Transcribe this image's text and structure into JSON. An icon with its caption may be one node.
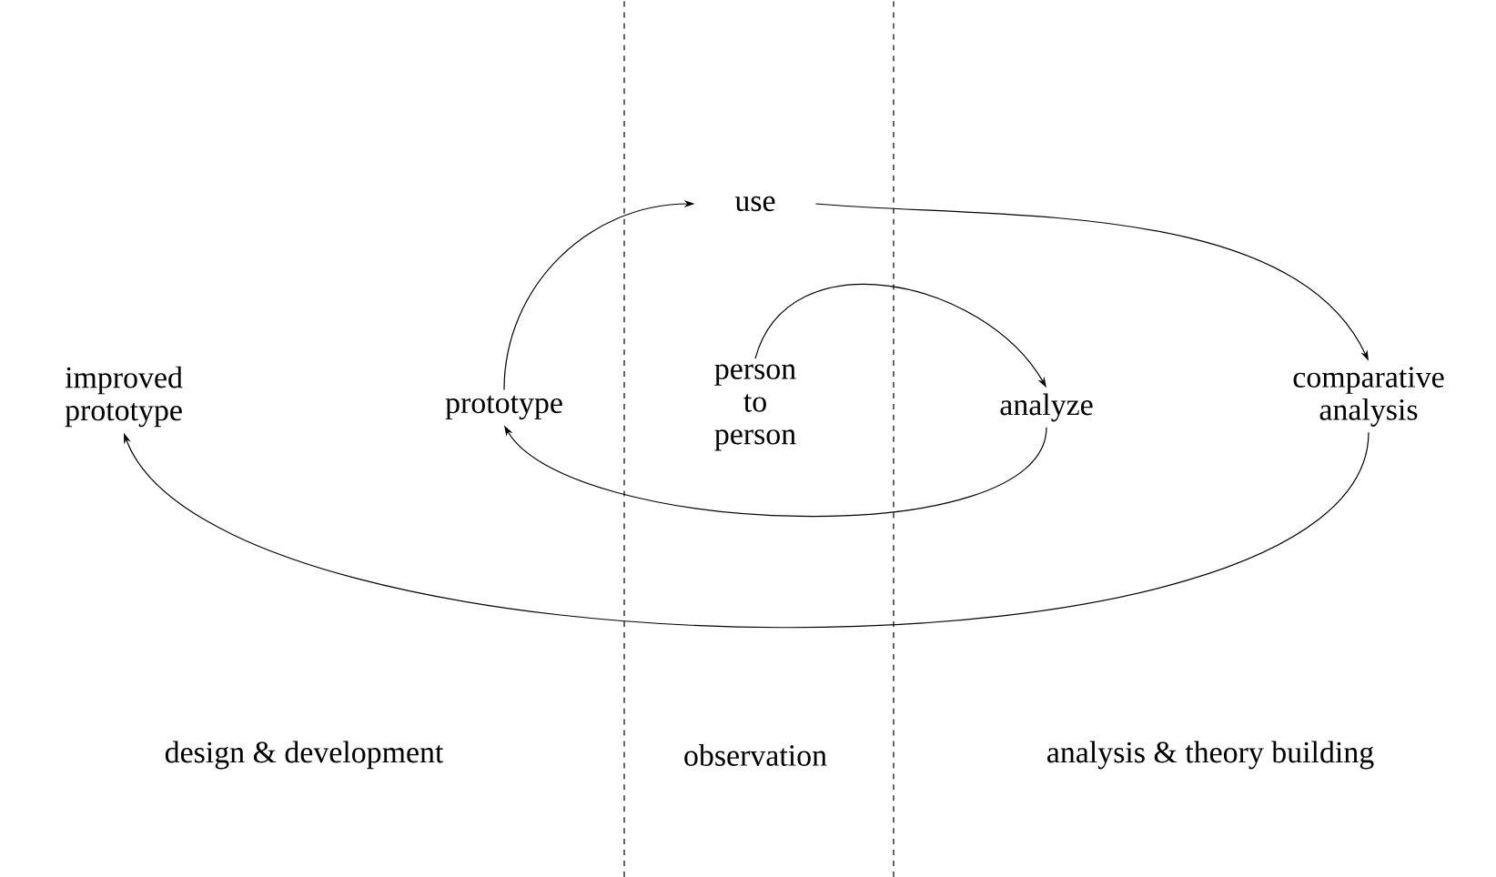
{
  "diagram": {
    "nodes": [
      {
        "text": [
          "improved prototype"
        ]
      },
      {
        "text": [
          "prototype"
        ]
      },
      {
        "text": [
          "person to person"
        ]
      },
      {
        "text": [
          "analyze"
        ]
      },
      {
        "text": [
          "use"
        ]
      },
      {
        "text": [
          "comparative analysis"
        ]
      }
    ],
    "edges": [
      {
        "from": 2,
        "to": 3,
        "arrow": "to"
      },
      {
        "from": 3,
        "to": 1,
        "arrow": "to"
      },
      {
        "from": 1,
        "to": 4,
        "arrow": "to"
      },
      {
        "from": 4,
        "to": 5,
        "arrow": "to"
      },
      {
        "from": 5,
        "to": 0,
        "arrow": "to"
      }
    ],
    "labels": [
      "design & development",
      "observation",
      "analysis & theory building"
    ]
  }
}
